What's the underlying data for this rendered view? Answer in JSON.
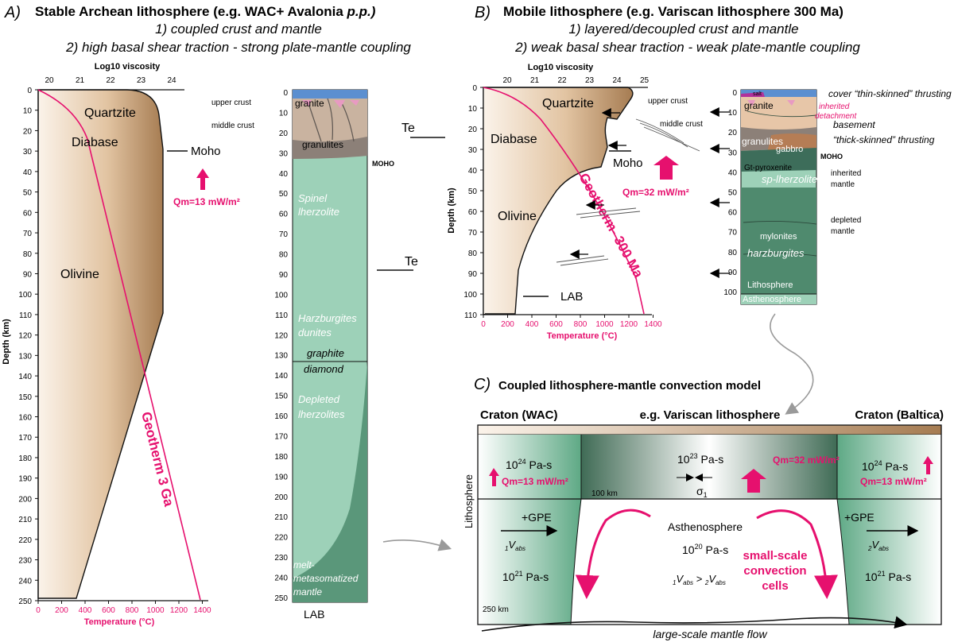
{
  "colors": {
    "accent": "#e6106e",
    "quartz_light": "#f4e6d6",
    "quartz_dark": "#a67c52",
    "mantle_light": "#9dd1b8",
    "mantle_dark": "#4f8a6e",
    "crust_grey": "#8c8078"
  },
  "panel_a": {
    "letter": "A)",
    "title_main": "Stable Archean lithosphere (e.g. WAC+ Avalonia ",
    "title_em": "p.p.)",
    "line1": "1) coupled crust and mantle",
    "line2": "2) high basal shear traction - strong plate-mantle coupling",
    "visc_label": "Log10 viscosity",
    "visc_ticks": [
      "20",
      "21",
      "22",
      "23",
      "24"
    ],
    "depth_label": "Depth (km)",
    "depth_ticks": [
      "0",
      "10",
      "20",
      "30",
      "40",
      "50",
      "60",
      "70",
      "80",
      "90",
      "100",
      "110",
      "120",
      "130",
      "140",
      "150",
      "160",
      "170",
      "180",
      "190",
      "200",
      "210",
      "220",
      "230",
      "240",
      "250"
    ],
    "temp_ticks": [
      "0",
      "200",
      "400",
      "600",
      "800",
      "1000",
      "1200",
      "1400"
    ],
    "temp_label": "Temperature (°C)",
    "quartzite": "Quartzite",
    "diabase": "Diabase",
    "olivine": "Olivine",
    "moho": "Moho",
    "geotherm": "Geotherm 3 Ga",
    "qm": "Qm=13 mW/m²",
    "upper_crust": "upper crust",
    "middle_crust": "middle crust",
    "te_top": "Te",
    "te_bottom": "Te",
    "col_depth_ticks": [
      "0",
      "10",
      "20",
      "30",
      "40",
      "50",
      "60",
      "70",
      "80",
      "90",
      "100",
      "110",
      "120",
      "130",
      "140",
      "150",
      "160",
      "170",
      "180",
      "190",
      "200",
      "210",
      "220",
      "230",
      "240",
      "250"
    ],
    "granite": "granite",
    "granulites": "granulites",
    "moho_col": "MOHO",
    "spinel": "Spinel",
    "lherzolite": "lherzolite",
    "harz": "Harzburgites",
    "dunites": "dunites",
    "graphite": "graphite",
    "diamond": "diamond",
    "depleted": "Depleted",
    "lherzolites": "lherzolites",
    "melt": "melt-",
    "metasom": "metasomatized",
    "mantle": "mantle",
    "lab": "LAB"
  },
  "panel_b": {
    "letter": "B)",
    "title": "Mobile lithosphere (e.g. Variscan lithosphere 300 Ma)",
    "line1": "1) layered/decoupled crust and mantle",
    "line2": "2) weak basal shear traction - weak plate-mantle coupling",
    "visc_label": "Log10 viscosity",
    "visc_ticks": [
      "20",
      "21",
      "22",
      "23",
      "24",
      "25"
    ],
    "depth_label": "Depth (km)",
    "depth_ticks": [
      "0",
      "10",
      "20",
      "30",
      "40",
      "50",
      "60",
      "70",
      "80",
      "90",
      "100",
      "110"
    ],
    "temp_ticks": [
      "0",
      "200",
      "400",
      "600",
      "800",
      "1000",
      "1200",
      "1400"
    ],
    "temp_label": "Temperature (°C)",
    "quartzite": "Quartzite",
    "diabase": "Diabase",
    "olivine": "Olivine",
    "moho": "Moho",
    "lab": "LAB",
    "geotherm": "Geotherm- 300 Ma",
    "qm": "Qm=32 mW/m²",
    "upper_crust": "upper crust",
    "middle_crust": "middle crust",
    "col_depth_ticks": [
      "0",
      "10",
      "20",
      "30",
      "40",
      "50",
      "60",
      "70",
      "80",
      "90",
      "100"
    ],
    "salt": "salt",
    "granite": "granite",
    "inherited": "inherited",
    "detachment": "detachment",
    "granulites": "granulites",
    "gabbro": "gabbro",
    "gt_pyroxenite": "Gt-pyroxenite",
    "sp_lherzolite": "sp-lherzolite",
    "mylonites": "mylonites",
    "harzburgites": "harzburgites",
    "lithosphere": "Lithosphere",
    "asthenosphere": "Asthenosphere",
    "cover": "cover “thin-skinned” thrusting",
    "basement": "basement",
    "thick": "“thick-skinned” thrusting",
    "moho_col": "MOHO",
    "inh_mantle_1": "inherited",
    "inh_mantle_2": "mantle",
    "dep_mantle_1": "depleted",
    "dep_mantle_2": "mantle"
  },
  "panel_c": {
    "letter": "C)",
    "title": "Coupled lithosphere-mantle convection model",
    "craton_left": "Craton (WAC)",
    "middle": "e.g. Variscan lithosphere",
    "craton_right": "Craton (Baltica)",
    "lithosphere": "Lithosphere",
    "visc_24": "10",
    "exp_24": "24",
    "pas": " Pa-s",
    "visc_23": "10",
    "exp_23": "23",
    "qm_left": "Qm=13 mW/m²",
    "qm_mid": "Qm=32 mW/m²",
    "qm_right": "Qm=13 mW/m²",
    "km100": "100 km",
    "km250": "250 km",
    "sigma": "σ",
    "sigma_sub": "1",
    "gpe_left": "+GPE",
    "gpe_right": "+GPE",
    "v1": "V",
    "v1_pre": "1",
    "v_sub": "abs",
    "v2_pre": "2",
    "astheno": "Asthenosphere",
    "visc_20": "10",
    "exp_20": "20",
    "visc_21": "10",
    "exp_21": "21",
    "vcmp_gt": " > ",
    "small1": "small-scale",
    "small2": "convection",
    "small3": "cells",
    "flow": "large-scale mantle flow"
  }
}
